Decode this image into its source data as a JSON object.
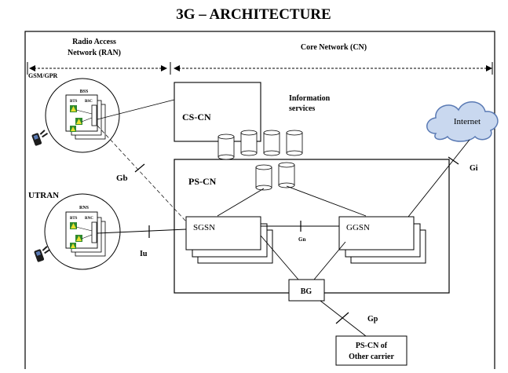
{
  "title": "3G – Architecture",
  "title_display": "3G – ARCHITECTURE",
  "regions": {
    "ran_line1": "Radio Access",
    "ran_line2": "Network (RAN)",
    "core_network": "Core Network (CN)",
    "gsm_gpr": "GSM/GPR",
    "utran": "UTRAN"
  },
  "ran_nodes": {
    "bss": "BSS",
    "bts": "BTS",
    "bsc": "BSC",
    "rns": "RNS",
    "rnc": "RNC"
  },
  "core": {
    "cs_cn": "CS-CN",
    "ps_cn": "PS-CN",
    "info_line1": "Information",
    "info_line2": "services",
    "sgsn": "SGSN",
    "ggsn": "GGSN",
    "bg": "BG",
    "internet": "Internet",
    "other_line1": "PS-CN of",
    "other_line2": "Other carrier"
  },
  "interfaces": {
    "gb": "Gb",
    "iu": "Iu",
    "gn": "Gn",
    "gi": "Gi",
    "gp": "Gp"
  },
  "colors": {
    "cloud_fill": "#c9d8ef",
    "cloud_stroke": "#5a7ab4",
    "antenna_green": "#2f8a2f",
    "antenna_yellow": "#e8e030",
    "phone_dark": "#1c1c1c"
  }
}
